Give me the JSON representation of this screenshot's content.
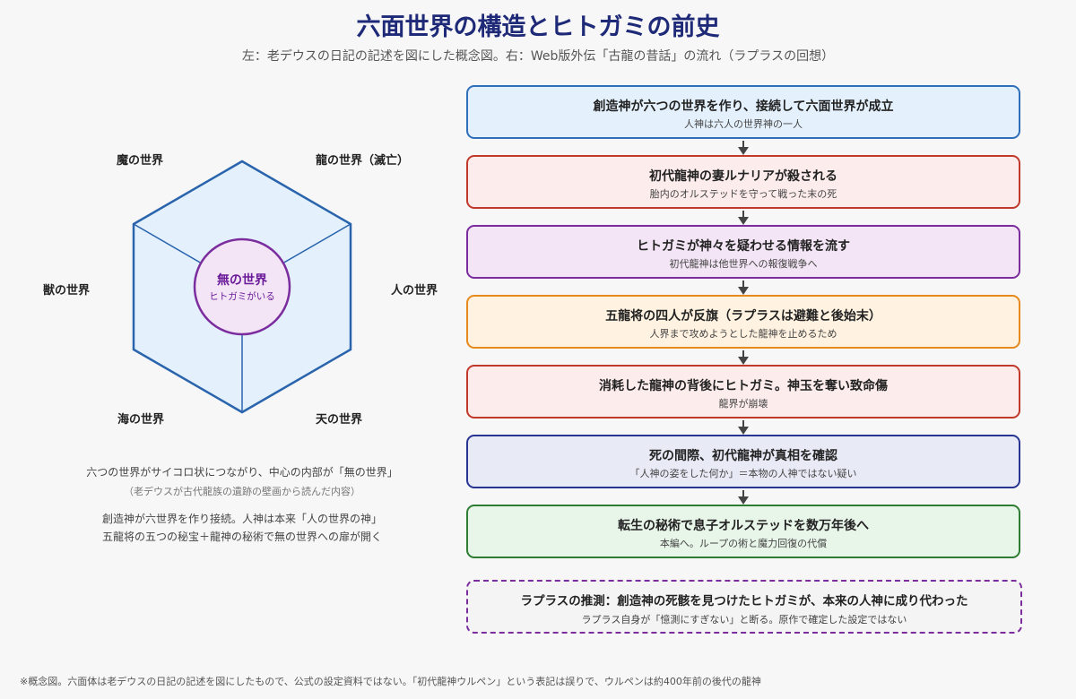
{
  "header": {
    "title": "六面世界の構造とヒトガミの前史",
    "subtitle": "左：老デウスの日記の記述を図にした概念図。右：Web版外伝「古龍の昔話」の流れ（ラプラスの回想）"
  },
  "diagram": {
    "worlds": {
      "top_left": "魔の世界",
      "top_right": "龍の世界（滅亡）",
      "left": "獣の世界",
      "right": "人の世界",
      "bottom_left": "海の世界",
      "bottom_right": "天の世界"
    },
    "center": {
      "title": "無の世界",
      "subtitle": "ヒトガミがいる"
    },
    "colors": {
      "hex_fill": "#e4f1fd",
      "hex_stroke": "#2a64ad",
      "center_fill": "#f3e5f5",
      "center_stroke": "#7b2d9e"
    },
    "notes": [
      "六つの世界がサイコロ状につながり、中心の内部が「無の世界」",
      "（老デウスが古代龍族の遺跡の壁画から読んだ内容）",
      "創造神が六世界を作り接続。人神は本来「人の世界の神」",
      "五龍将の五つの秘宝＋龍神の秘術で無の世界への扉が開く"
    ]
  },
  "timeline": {
    "steps": [
      {
        "title": "創造神が六つの世界を作り、接続して六面世界が成立",
        "subtitle": "人神は六人の世界神の一人",
        "color": "blue"
      },
      {
        "title": "初代龍神の妻ルナリアが殺される",
        "subtitle": "胎内のオルステッドを守って戦った末の死",
        "color": "red"
      },
      {
        "title": "ヒトガミが神々を疑わせる情報を流す",
        "subtitle": "初代龍神は他世界への報復戦争へ",
        "color": "purple"
      },
      {
        "title": "五龍将の四人が反旗（ラプラスは避難と後始末）",
        "subtitle": "人界まで攻めようとした龍神を止めるため",
        "color": "orange"
      },
      {
        "title": "消耗した龍神の背後にヒトガミ。神玉を奪い致命傷",
        "subtitle": "龍界が崩壊",
        "color": "red"
      },
      {
        "title": "死の間際、初代龍神が真相を確認",
        "subtitle": "「人神の姿をした何か」＝本物の人神ではない疑い",
        "color": "navy"
      },
      {
        "title": "転生の秘術で息子オルステッドを数万年後へ",
        "subtitle": "本編へ。ループの術と魔力回復の代償",
        "color": "green"
      }
    ],
    "speculation": {
      "title": "ラプラスの推測：創造神の死骸を見つけたヒトガミが、本来の人神に成り代わった",
      "subtitle": "ラプラス自身が「憶測にすぎない」と断る。原作で確定した設定ではない"
    }
  },
  "footnote": "※概念図。六面体は老デウスの日記の記述を図にしたもので、公式の設定資料ではない。「初代龍神ウルペン」という表記は誤りで、ウルペンは約400年前の後代の龍神"
}
